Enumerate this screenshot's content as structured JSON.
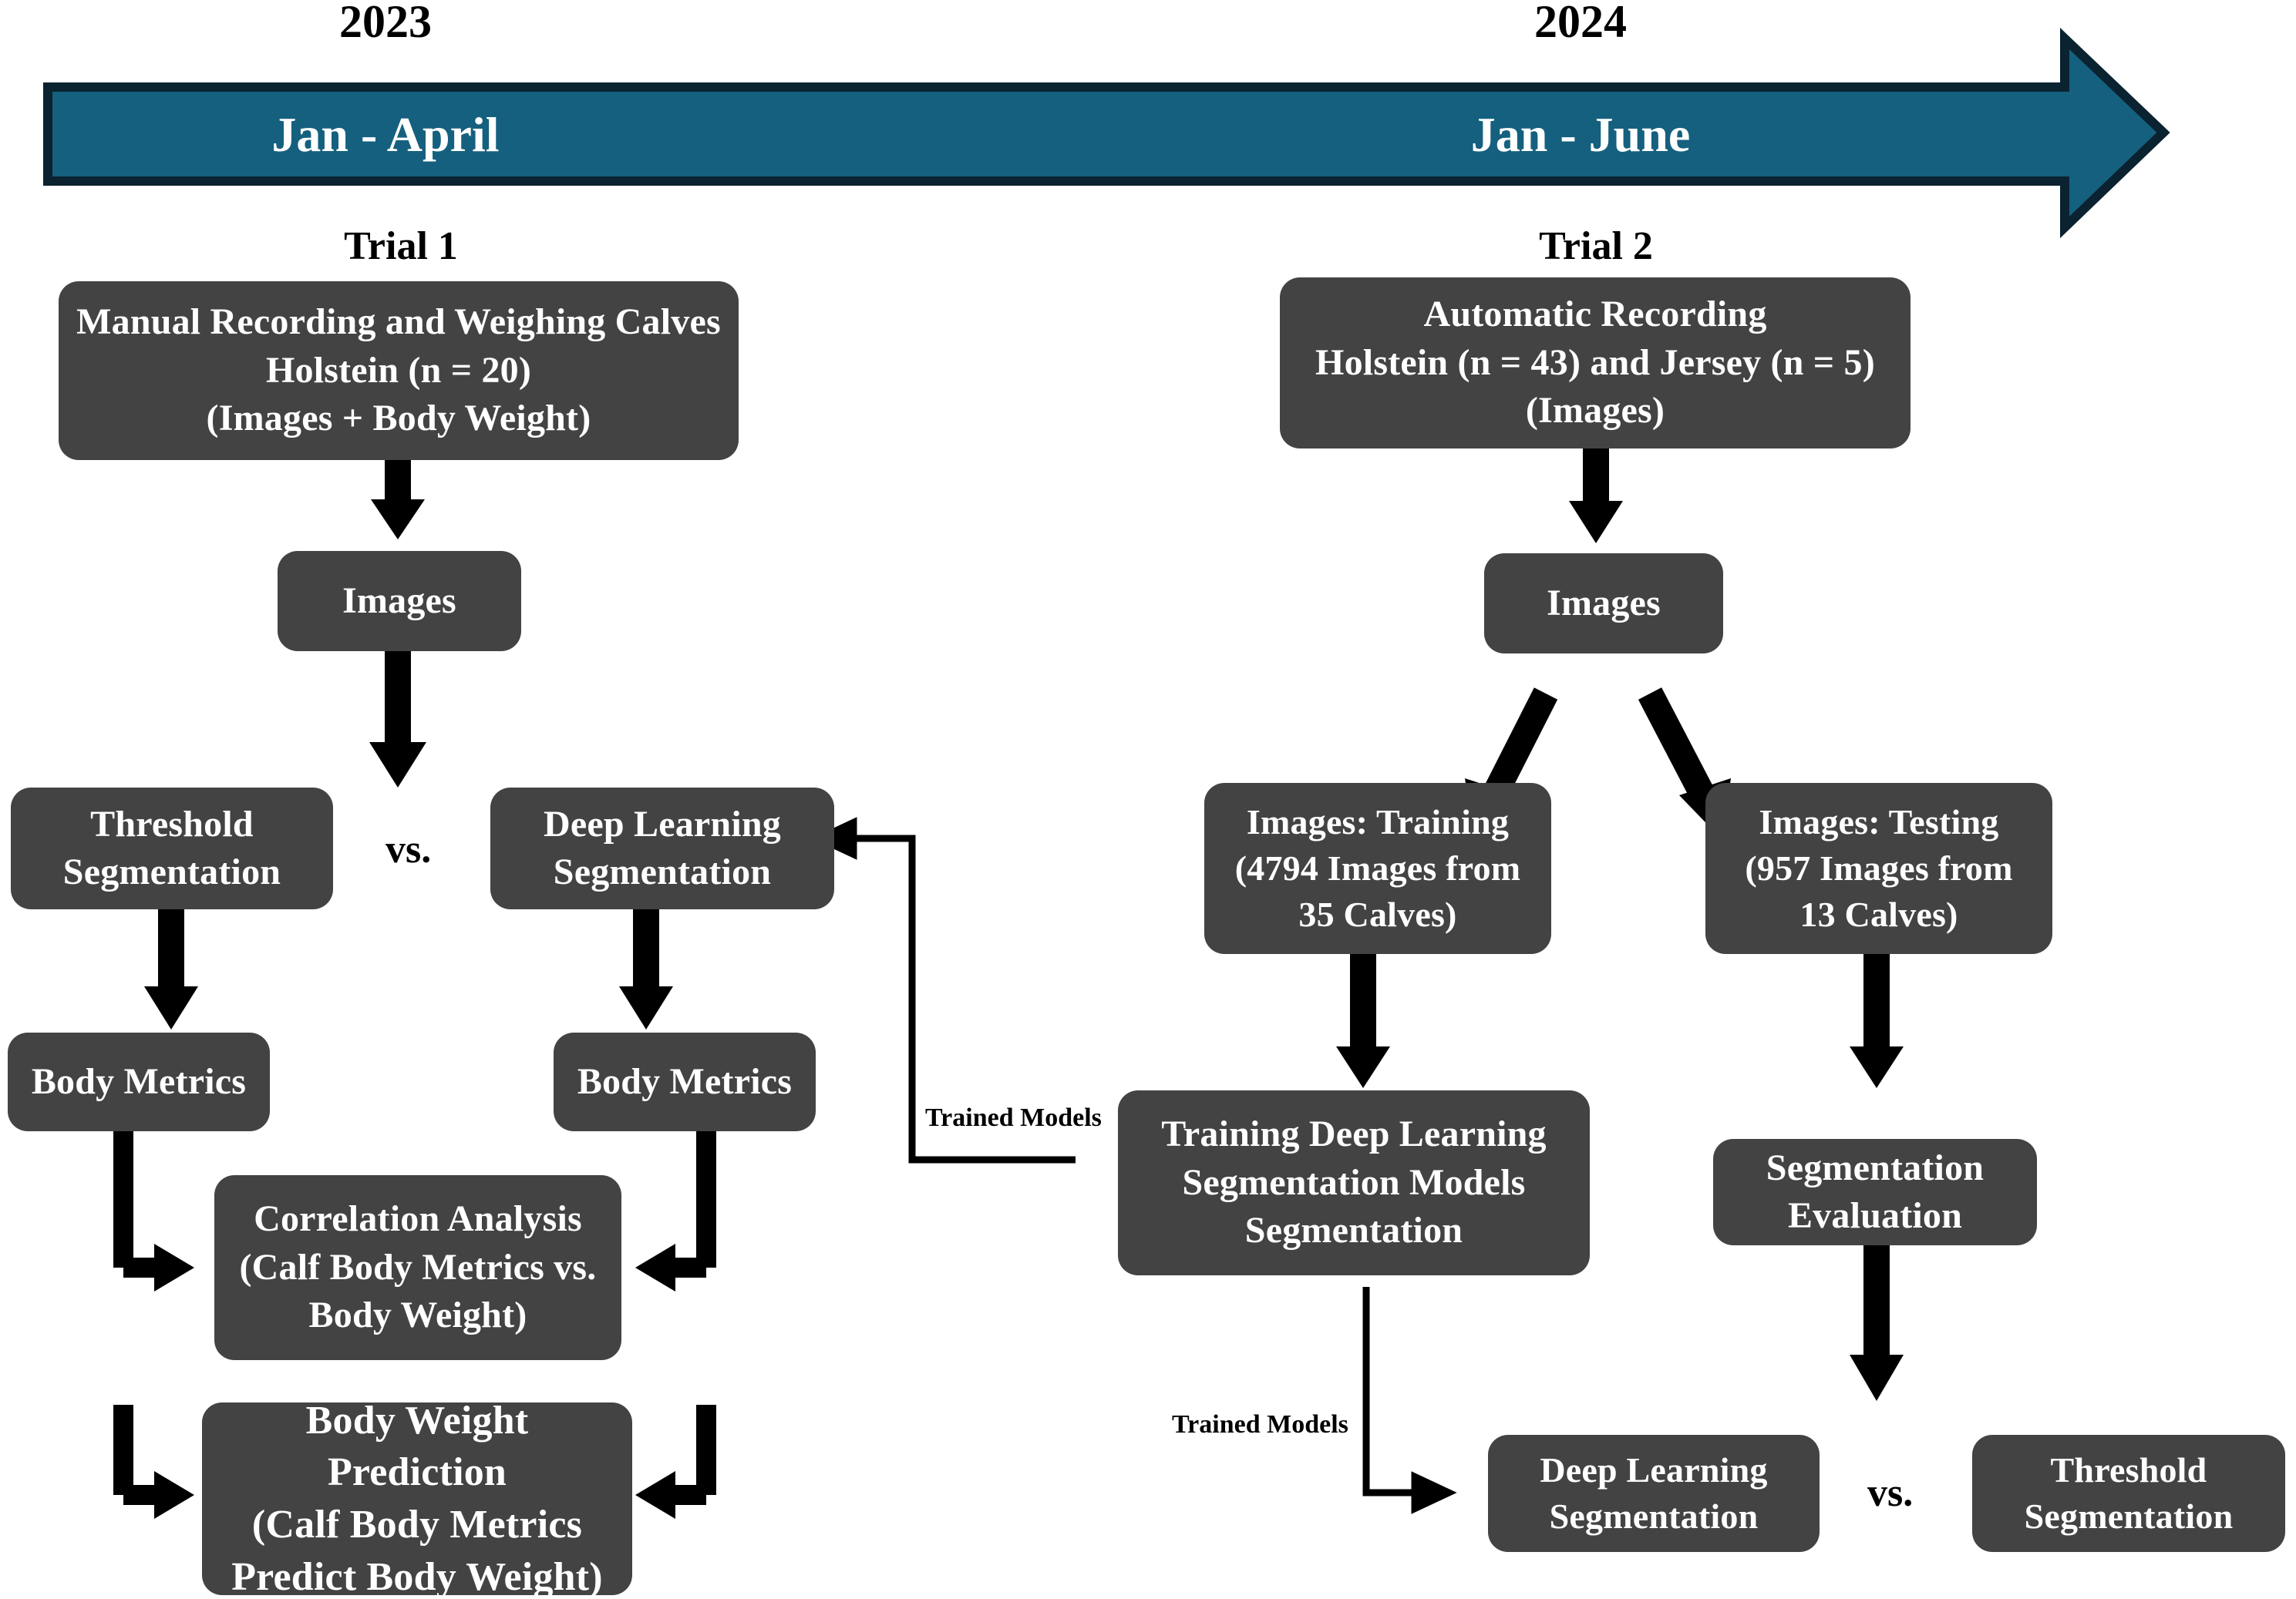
{
  "figure": {
    "type": "flowchart",
    "title": "Study design timeline flowchart",
    "colors": {
      "timeline_fill": "#15607F",
      "timeline_stroke": "#0B2230",
      "node_fill": "#434343",
      "node_text": "#FFFFFF",
      "arrow": "#000000",
      "background": "#FFFFFF"
    }
  },
  "timeline": {
    "years": [
      {
        "id": "year-2023",
        "label": "2023"
      },
      {
        "id": "year-2024",
        "label": "2024"
      }
    ],
    "periods": [
      {
        "id": "period-jan-april",
        "label": "Jan - April"
      },
      {
        "id": "period-jan-june",
        "label": "Jan - June"
      }
    ]
  },
  "trials": [
    {
      "id": "trial-1",
      "label": "Trial 1"
    },
    {
      "id": "trial-2",
      "label": "Trial 2"
    }
  ],
  "nodes": {
    "trial1_source": "Manual Recording and Weighing Calves\nHolstein (n = 20)\n(Images + Body Weight)",
    "trial1_images": "Images",
    "trial1_threshold_seg": "Threshold\nSegmentation",
    "trial1_deep_seg": "Deep Learning\nSegmentation",
    "trial1_body_metrics_left": "Body Metrics",
    "trial1_body_metrics_right": "Body Metrics",
    "trial1_correlation": "Correlation Analysis\n(Calf Body Metrics vs.\nBody Weight)",
    "trial1_prediction": "Body Weight Prediction\n(Calf Body Metrics\nPredict Body Weight)",
    "trial2_source": "Automatic Recording\nHolstein (n = 43) and Jersey (n = 5)\n(Images)",
    "trial2_images": "Images",
    "trial2_images_training": "Images: Training\n(4794 Images from\n35 Calves)",
    "trial2_images_testing": "Images: Testing\n(957 Images from\n13 Calves)",
    "trial2_training_models": "Training Deep Learning\nSegmentation Models\nSegmentation",
    "trial2_seg_evaluation": "Segmentation\nEvaluation",
    "trial2_deep_seg": "Deep Learning\nSegmentation",
    "trial2_threshold_seg": "Threshold\nSegmentation"
  },
  "comparisons": {
    "vs_left": "vs.",
    "vs_right": "vs."
  },
  "edge_labels": {
    "trained_models_left": "Trained Models",
    "trained_models_right": "Trained Models"
  }
}
